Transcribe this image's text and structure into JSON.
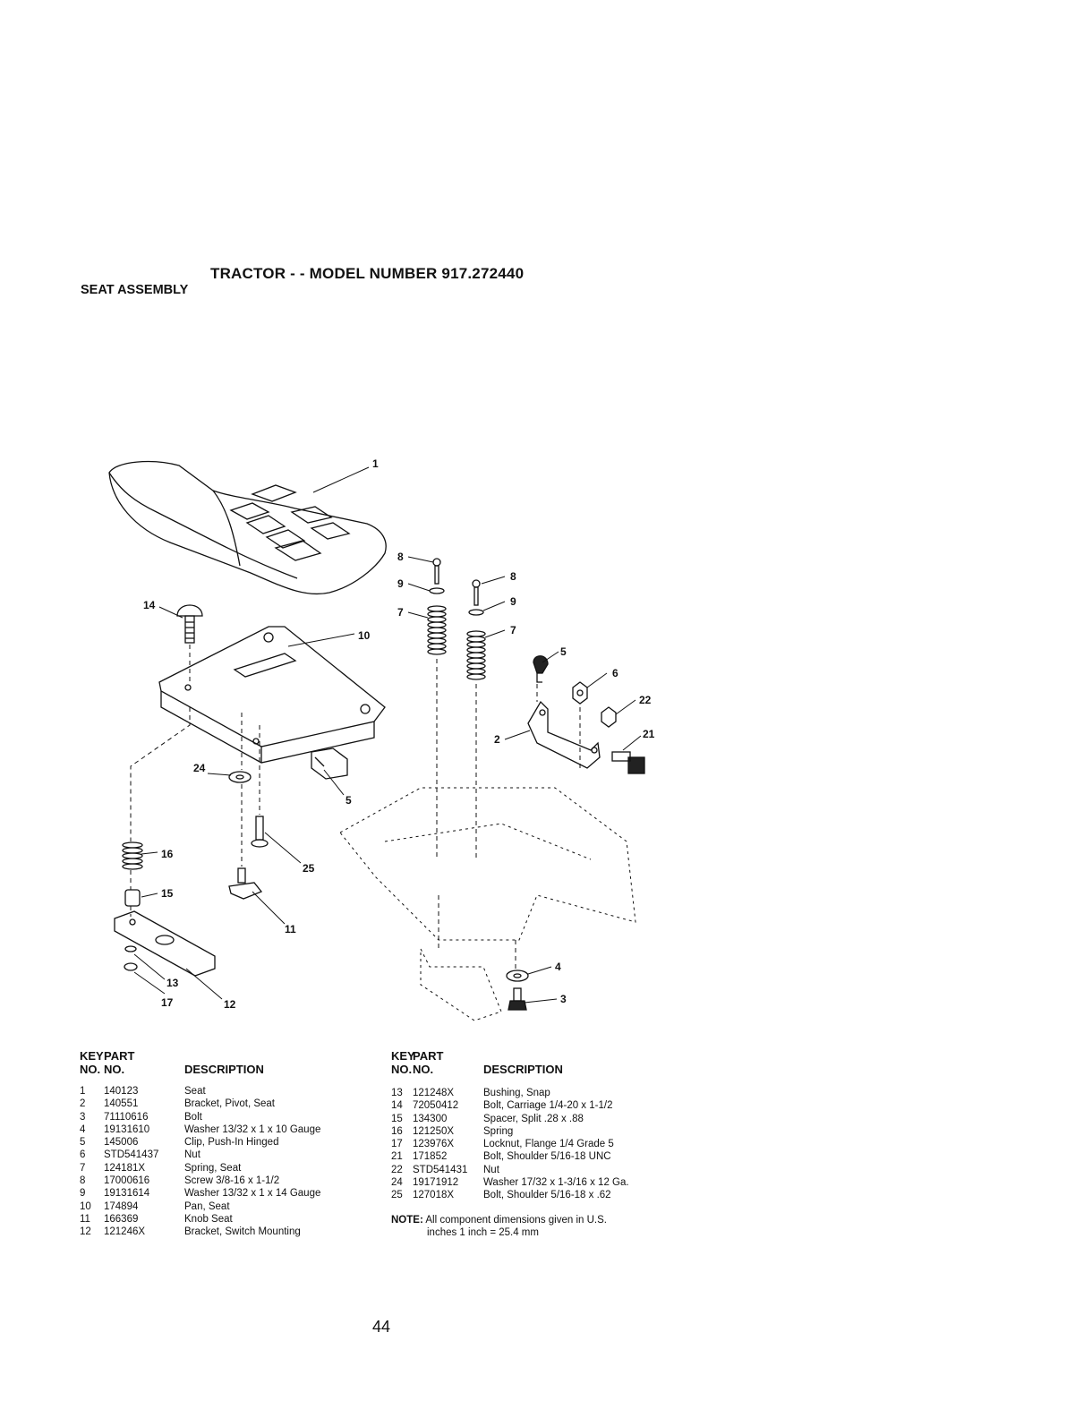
{
  "header": {
    "title": "TRACTOR - - MODEL NUMBER 917.272440",
    "subtitle": "SEAT ASSEMBLY"
  },
  "callouts": {
    "c1": "1",
    "c2": "2",
    "c3": "3",
    "c4": "4",
    "c5a": "5",
    "c5b": "5",
    "c6": "6",
    "c7a": "7",
    "c7b": "7",
    "c8a": "8",
    "c8b": "8",
    "c9a": "9",
    "c9b": "9",
    "c10": "10",
    "c11": "11",
    "c12": "12",
    "c13": "13",
    "c14": "14",
    "c15": "15",
    "c16": "16",
    "c17": "17",
    "c21": "21",
    "c22": "22",
    "c24": "24",
    "c25": "25"
  },
  "table_headers": {
    "key_top": "KEY",
    "key_bottom": "NO.",
    "part_top": "PART",
    "part_bottom": "NO.",
    "description": "DESCRIPTION"
  },
  "parts_left": [
    {
      "key": "1",
      "part": "140123",
      "desc": "Seat"
    },
    {
      "key": "2",
      "part": "140551",
      "desc": "Bracket, Pivot, Seat"
    },
    {
      "key": "3",
      "part": "71110616",
      "desc": "Bolt"
    },
    {
      "key": "4",
      "part": "19131610",
      "desc": "Washer 13/32 x 1 x 10 Gauge"
    },
    {
      "key": "5",
      "part": "145006",
      "desc": "Clip, Push-In Hinged"
    },
    {
      "key": "6",
      "part": "STD541437",
      "desc": "Nut"
    },
    {
      "key": "7",
      "part": "124181X",
      "desc": "Spring, Seat"
    },
    {
      "key": "8",
      "part": "17000616",
      "desc": "Screw 3/8-16 x 1-1/2"
    },
    {
      "key": "9",
      "part": "19131614",
      "desc": "Washer 13/32 x 1 x 14 Gauge"
    },
    {
      "key": "10",
      "part": "174894",
      "desc": "Pan, Seat"
    },
    {
      "key": "11",
      "part": "166369",
      "desc": "Knob Seat"
    },
    {
      "key": "12",
      "part": "121246X",
      "desc": "Bracket, Switch Mounting"
    }
  ],
  "parts_right": [
    {
      "key": "13",
      "part": "121248X",
      "desc": "Bushing, Snap"
    },
    {
      "key": "14",
      "part": "72050412",
      "desc": "Bolt, Carriage 1/4-20 x 1-1/2"
    },
    {
      "key": "15",
      "part": "134300",
      "desc": "Spacer, Split .28 x .88"
    },
    {
      "key": "16",
      "part": "121250X",
      "desc": "Spring"
    },
    {
      "key": "17",
      "part": "123976X",
      "desc": "Locknut, Flange 1/4 Grade 5"
    },
    {
      "key": "21",
      "part": "171852",
      "desc": "Bolt, Shoulder 5/16-18 UNC"
    },
    {
      "key": "22",
      "part": "STD541431",
      "desc": "Nut"
    },
    {
      "key": "24",
      "part": "19171912",
      "desc": "Washer 17/32 x 1-3/16 x 12 Ga."
    },
    {
      "key": "25",
      "part": "127018X",
      "desc": "Bolt, Shoulder 5/16-18 x .62"
    }
  ],
  "note": {
    "label": "NOTE:",
    "line1": "All component dimensions given in U.S.",
    "line2": "inches 1 inch = 25.4 mm"
  },
  "page_number": "44"
}
